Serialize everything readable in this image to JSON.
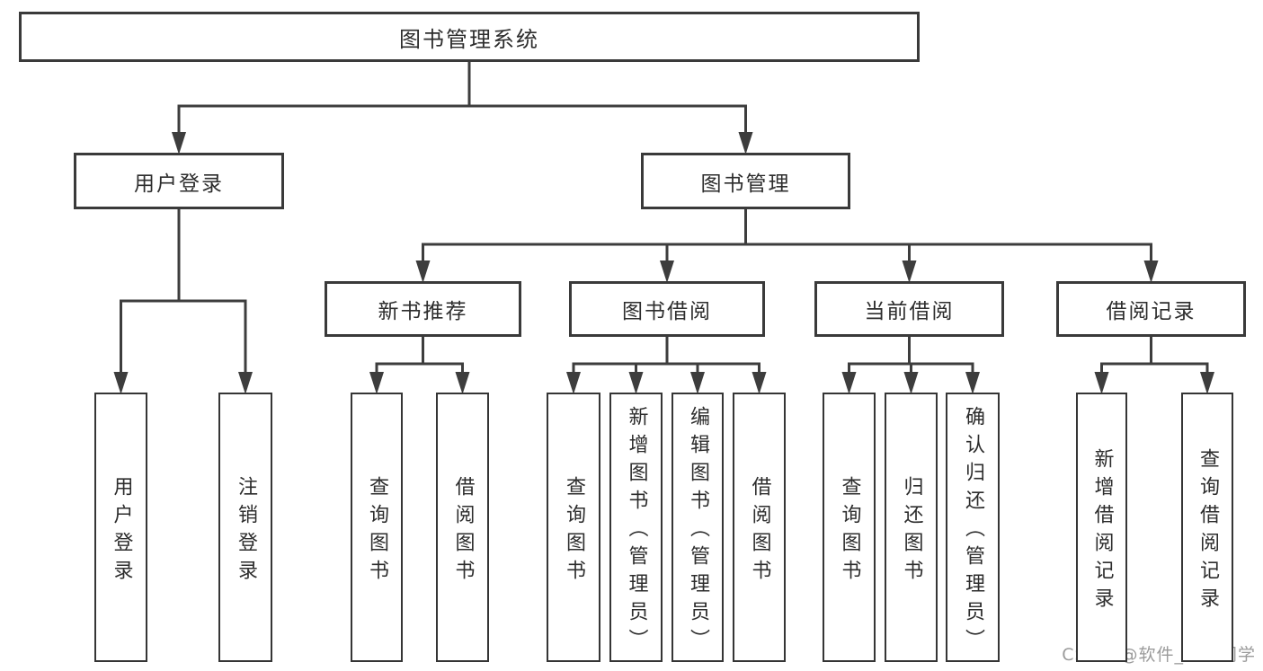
{
  "nodes": [
    {
      "id": "root",
      "label": "图书管理系统",
      "level": 1
    },
    {
      "id": "user-login",
      "label": "用户登录",
      "level": 2
    },
    {
      "id": "book-mgmt",
      "label": "图书管理",
      "level": 2
    },
    {
      "id": "new-book-recommend",
      "label": "新书推荐",
      "level": 3
    },
    {
      "id": "book-borrow",
      "label": "图书借阅",
      "level": 3
    },
    {
      "id": "current-borrow",
      "label": "当前借阅",
      "level": 3
    },
    {
      "id": "borrow-record",
      "label": "借阅记录",
      "level": 3
    },
    {
      "id": "leaf-user-login",
      "label": "用户登录",
      "level": 4
    },
    {
      "id": "leaf-logout",
      "label": "注销登录",
      "level": 4
    },
    {
      "id": "leaf-query-book-1",
      "label": "查询图书",
      "level": 4
    },
    {
      "id": "leaf-borrow-book-1",
      "label": "借阅图书",
      "level": 4
    },
    {
      "id": "leaf-query-book-2",
      "label": "查询图书",
      "level": 4
    },
    {
      "id": "leaf-add-book",
      "label": "新增图书（管理员）",
      "level": 4
    },
    {
      "id": "leaf-edit-book",
      "label": "编辑图书（管理员）",
      "level": 4
    },
    {
      "id": "leaf-borrow-book-2",
      "label": "借阅图书",
      "level": 4
    },
    {
      "id": "leaf-query-book-3",
      "label": "查询图书",
      "level": 4
    },
    {
      "id": "leaf-return-book",
      "label": "归还图书",
      "level": 4
    },
    {
      "id": "leaf-confirm-return",
      "label": "确认归还（管理员）",
      "level": 4
    },
    {
      "id": "leaf-add-borrow-record",
      "label": "新增借阅记录",
      "level": 4
    },
    {
      "id": "leaf-query-borrow-record",
      "label": "查询借阅记录",
      "level": 4
    }
  ],
  "edges": [
    {
      "parent": "root",
      "children": [
        "user-login",
        "book-mgmt"
      ]
    },
    {
      "parent": "user-login",
      "children": [
        "leaf-user-login",
        "leaf-logout"
      ]
    },
    {
      "parent": "book-mgmt",
      "children": [
        "new-book-recommend",
        "book-borrow",
        "current-borrow",
        "borrow-record"
      ]
    },
    {
      "parent": "new-book-recommend",
      "children": [
        "leaf-query-book-1",
        "leaf-borrow-book-1"
      ]
    },
    {
      "parent": "book-borrow",
      "children": [
        "leaf-query-book-2",
        "leaf-add-book",
        "leaf-edit-book",
        "leaf-borrow-book-2"
      ]
    },
    {
      "parent": "current-borrow",
      "children": [
        "leaf-query-book-3",
        "leaf-return-book",
        "leaf-confirm-return"
      ]
    },
    {
      "parent": "borrow-record",
      "children": [
        "leaf-add-borrow-record",
        "leaf-query-borrow-record"
      ]
    }
  ],
  "watermark": {
    "text": "CSDN @软件_小贺同学"
  },
  "colors": {
    "line": "#3d3d3d",
    "box_border": "#3a3a3a",
    "leaf_border": "#353535",
    "text": "#2d2d2d",
    "watermark": "#9b9b9b",
    "background": "#ffffff"
  }
}
